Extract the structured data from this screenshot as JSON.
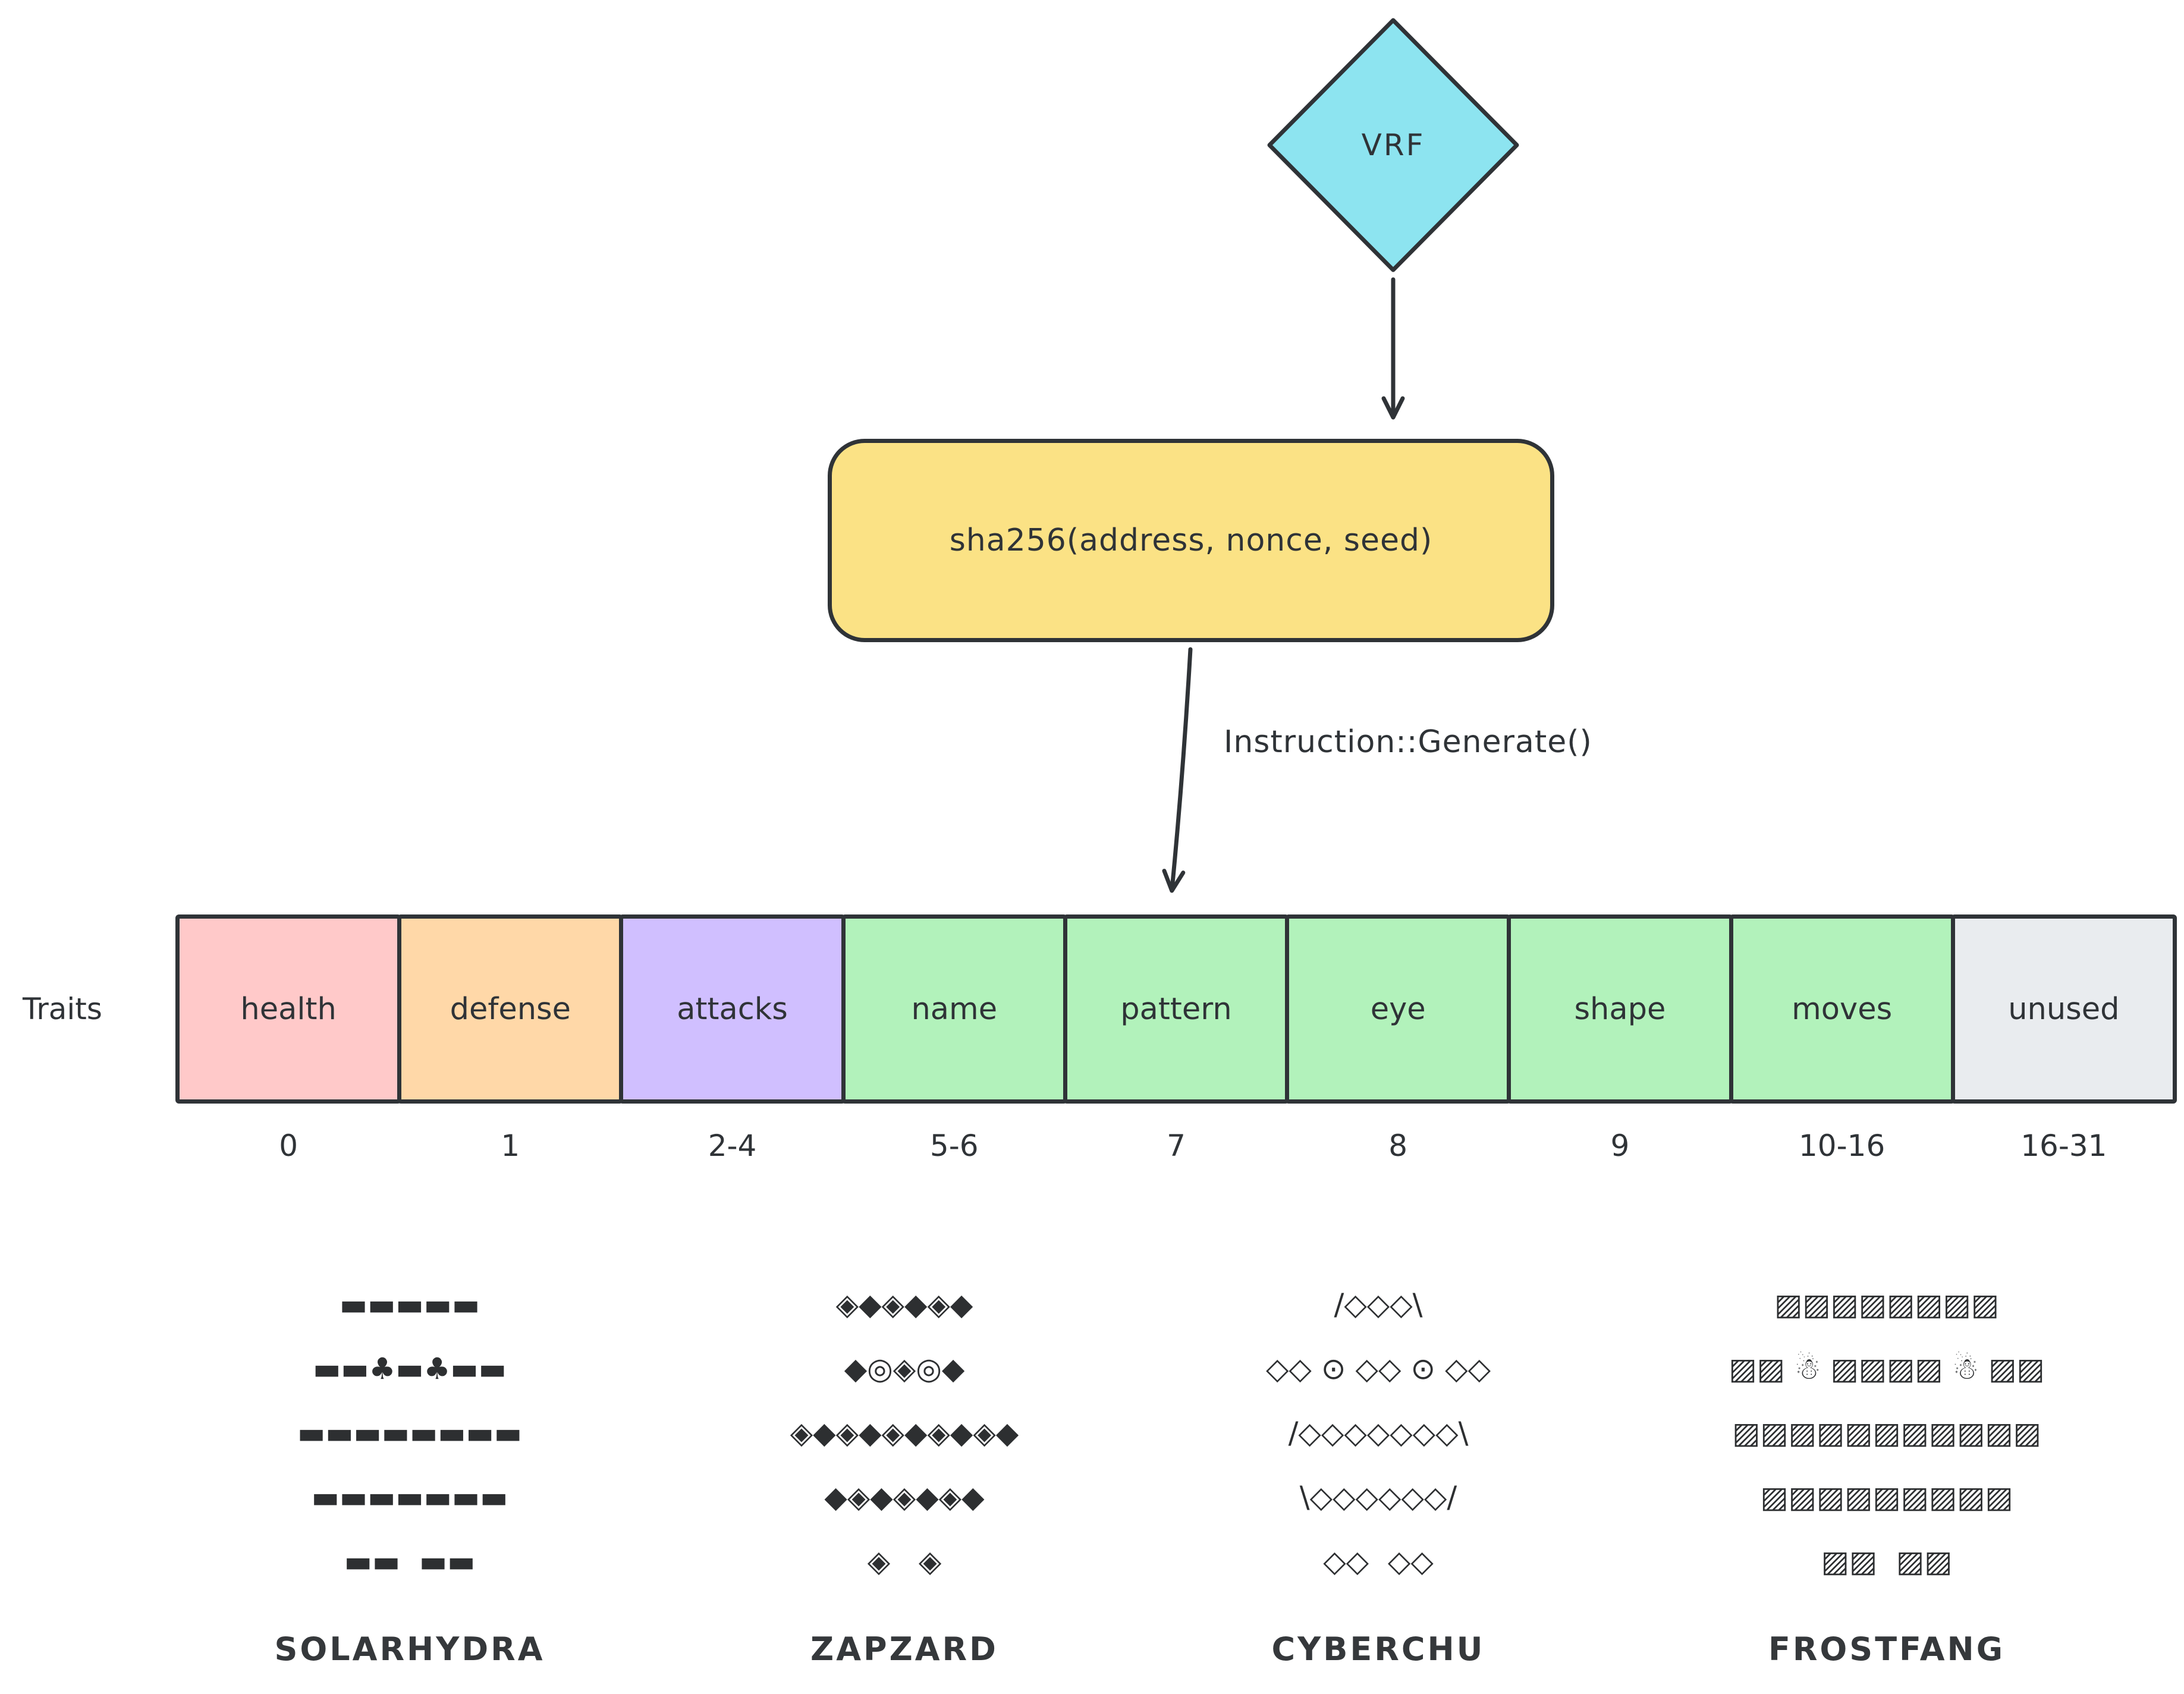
{
  "flow": {
    "vrf_label": "VRF",
    "hash_label": "sha256(address, nonce, seed)",
    "generate_label": "Instruction::Generate()"
  },
  "colors": {
    "vrf_fill": "#8de4f0",
    "hash_fill": "#fbe285",
    "stroke": "#2f3337",
    "green": "#b2f2bb"
  },
  "traits": {
    "axis_label": "Traits",
    "segments": [
      {
        "label": "health",
        "bytes": "0",
        "color": "#ffc9c9"
      },
      {
        "label": "defense",
        "bytes": "1",
        "color": "#ffd8a8"
      },
      {
        "label": "attacks",
        "bytes": "2-4",
        "color": "#d0bfff"
      },
      {
        "label": "name",
        "bytes": "5-6",
        "color": "#b2f2bb"
      },
      {
        "label": "pattern",
        "bytes": "7",
        "color": "#b2f2bb"
      },
      {
        "label": "eye",
        "bytes": "8",
        "color": "#b2f2bb"
      },
      {
        "label": "shape",
        "bytes": "9",
        "color": "#b2f2bb"
      },
      {
        "label": "moves",
        "bytes": "10-16",
        "color": "#b2f2bb"
      },
      {
        "label": "unused",
        "bytes": "16-31",
        "color": "#e9ecef"
      }
    ]
  },
  "creatures": [
    {
      "name": "SOLARHYDRA",
      "art": [
        "▬▬▬▬▬",
        "▬▬♣▬♣▬▬",
        "▬▬▬▬▬▬▬▬",
        "▬▬▬▬▬▬▬",
        "▬▬  ▬▬"
      ]
    },
    {
      "name": "ZAPZARD",
      "art": [
        "◈◆◈◆◈◆",
        "◆◎◈◎◆",
        "◈◆◈◆◈◆◈◆◈◆",
        "◆◈◆◈◆◈◆",
        "◈   ◈"
      ]
    },
    {
      "name": "CYBERCHU",
      "art": [
        "/◇◇◇\\",
        "◇◇ ⊙ ◇◇ ⊙ ◇◇",
        "/◇◇◇◇◇◇◇\\",
        "\\◇◇◇◇◇◇/",
        "◇◇  ◇◇"
      ]
    },
    {
      "name": "FROSTFANG",
      "art": [
        "▨▨▨▨▨▨▨▨",
        "▨▨ ☃ ▨▨▨▨ ☃ ▨▨",
        "▨▨▨▨▨▨▨▨▨▨▨",
        "▨▨▨▨▨▨▨▨▨",
        "▨▨  ▨▨"
      ]
    }
  ]
}
